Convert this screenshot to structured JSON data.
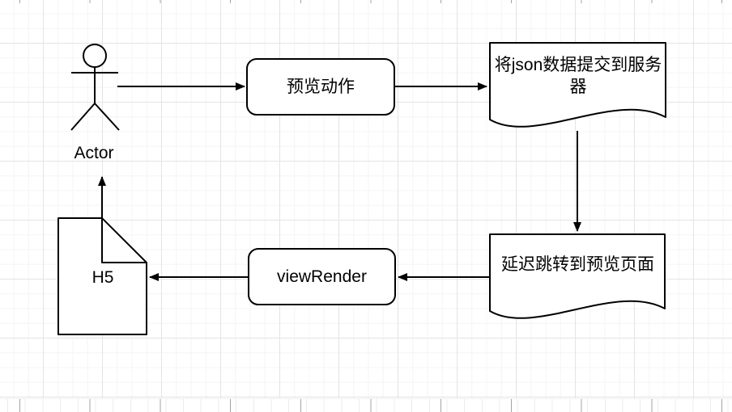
{
  "diagram": {
    "type": "flowchart",
    "nodes": {
      "actor": {
        "label": "Actor",
        "shape": "stick-figure"
      },
      "preview_action": {
        "label": "预览动作",
        "shape": "rounded-rectangle"
      },
      "submit_json": {
        "label": "将json数据提交到服务器",
        "shape": "document"
      },
      "delay_redirect": {
        "label": "延迟跳转到预览页面",
        "shape": "document"
      },
      "view_render": {
        "label": "viewRender",
        "shape": "rounded-rectangle"
      },
      "h5": {
        "label": "H5",
        "shape": "note-folded-corner"
      }
    },
    "edges": [
      {
        "from": "actor",
        "to": "preview_action",
        "direction": "right"
      },
      {
        "from": "preview_action",
        "to": "submit_json",
        "direction": "right"
      },
      {
        "from": "submit_json",
        "to": "delay_redirect",
        "direction": "down"
      },
      {
        "from": "delay_redirect",
        "to": "view_render",
        "direction": "left"
      },
      {
        "from": "view_render",
        "to": "h5",
        "direction": "left"
      },
      {
        "from": "h5",
        "to": "actor",
        "direction": "up"
      }
    ],
    "colors": {
      "shape_stroke": "#000000",
      "shape_fill": "#ffffff",
      "text": "#000000",
      "canvas_background": "#ffffff",
      "grid_minor": "#f4f4f4",
      "grid_major": "#e4e4e4"
    }
  }
}
